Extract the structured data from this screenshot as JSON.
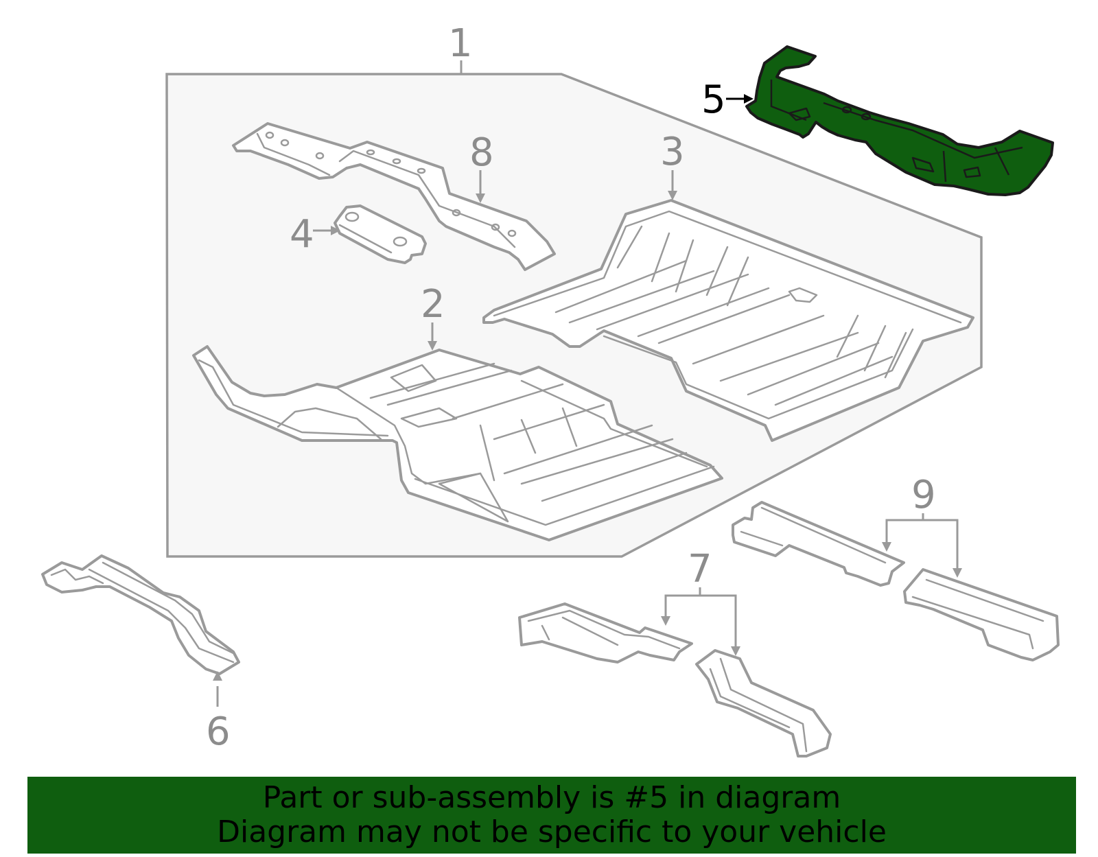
{
  "colors": {
    "highlight": "#0f5e0f",
    "banner": "#0f5e0f",
    "line": "#9a9a9a",
    "label": "#8c8c8c",
    "group_box_fill": "#f7f7f7"
  },
  "callouts": {
    "c1": "1",
    "c2": "2",
    "c3": "3",
    "c4": "4",
    "c5": "5",
    "c6": "6",
    "c7": "7",
    "c8": "8",
    "c9": "9"
  },
  "highlighted_part": "5",
  "banner": {
    "line1": "Part or sub-assembly is #5 in diagram",
    "line2": "Diagram may not be specific to your vehicle"
  }
}
